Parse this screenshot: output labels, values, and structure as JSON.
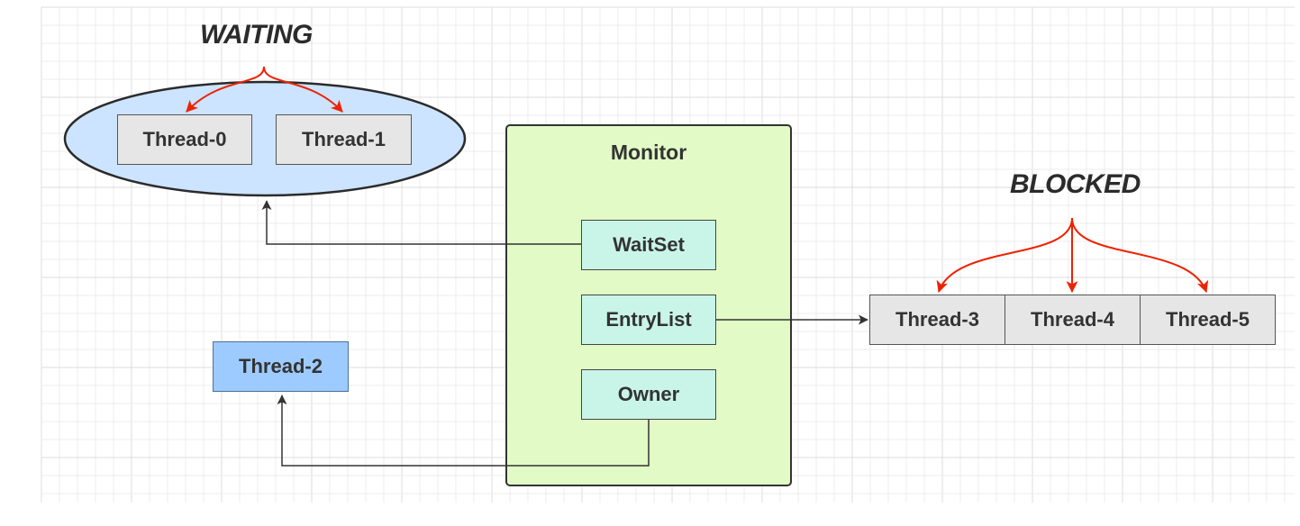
{
  "waiting": {
    "caption": "WAITING",
    "threads": [
      "Thread-0",
      "Thread-1"
    ]
  },
  "blocked": {
    "caption": "BLOCKED",
    "threads": [
      "Thread-3",
      "Thread-4",
      "Thread-5"
    ]
  },
  "monitor": {
    "title": "Monitor",
    "wait_set": "WaitSet",
    "entry_list": "EntryList",
    "owner": "Owner"
  },
  "owner_thread": "Thread-2",
  "colors": {
    "ellipse_fill": "#cce4ff",
    "monitor_fill": "#e2fac6",
    "field_fill": "#c9f5e8",
    "thread_fill": "#e6e6e6",
    "owner_thread_fill": "#9ecbff",
    "state_arrow": "#ee2200",
    "connector": "#333333"
  }
}
